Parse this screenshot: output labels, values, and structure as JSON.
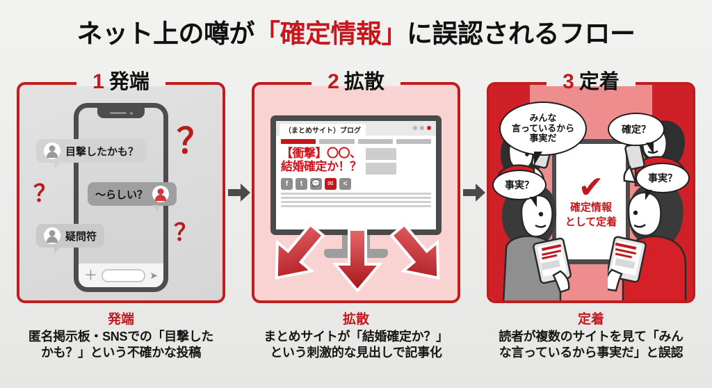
{
  "title": {
    "before": "ネット上の噂が",
    "highlight": "「確定情報」",
    "after": "に誤認されるフロー"
  },
  "colors": {
    "accent_red": "#c2181d",
    "border_red": "#bf1e21",
    "panel1_bg": "#dcdcdc",
    "panel2_bg": "#f9d2d2",
    "panel3_bg": "#ee8d8d",
    "page_bg": "#efefed"
  },
  "panels": [
    {
      "number": "1",
      "name": "発端",
      "phone": {
        "bubbles": [
          {
            "text": "目撃したかも？",
            "avatar": "gray",
            "side": "left"
          },
          {
            "text": "〜らしい？",
            "avatar": "red",
            "side": "right"
          },
          {
            "text": "疑問符",
            "avatar": "gray",
            "side": "left"
          }
        ],
        "input_placeholder": "",
        "plus_icon": "plus-icon",
        "send_icon": "send-icon"
      },
      "question_marks": [
        "？",
        "？",
        "？"
      ]
    },
    {
      "number": "2",
      "name": "拡散",
      "browser": {
        "tab_label": "（まとめサイト）ブログ",
        "headline_line1": "【衝撃】〇〇、",
        "headline_line2": "結婚確定か！？",
        "socials": [
          "f",
          "t",
          "c",
          "m",
          "s"
        ],
        "social_highlight_index": 3
      }
    },
    {
      "number": "3",
      "name": "定着",
      "tablet": {
        "check_icon": "check-icon",
        "line1": "確定情報",
        "line2": "として定着"
      },
      "speech_bubbles": [
        "みんな\n言っているから\n事実だ",
        "確定？",
        "事実？",
        "事実？"
      ]
    }
  ],
  "flow_arrows": [
    "arrow-right-icon",
    "arrow-right-icon"
  ],
  "captions": [
    {
      "heading": "発端",
      "line1": "匿名掲示板・SNSでの「目撃した",
      "line2": "かも？」という不確かな投稿"
    },
    {
      "heading": "拡散",
      "line1": "まとめサイトが「結婚確定か？」",
      "line2": "という刺激的な見出しで記事化"
    },
    {
      "heading": "定着",
      "line1": "読者が複数のサイトを見て「みん",
      "line2": "な言っているから事実だ」と誤認"
    }
  ]
}
